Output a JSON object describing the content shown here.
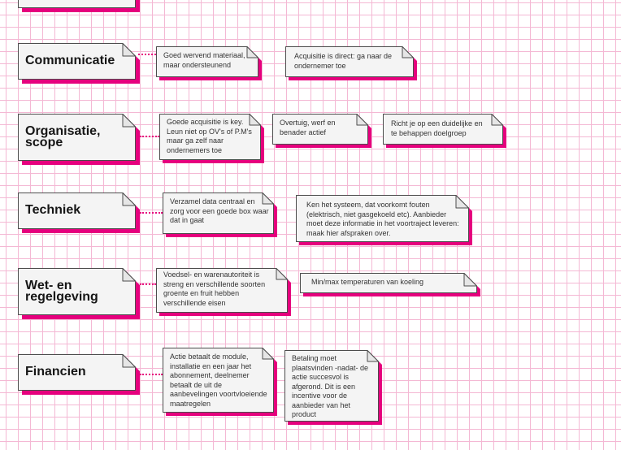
{
  "board": {
    "accent_color": "#e6007e",
    "grid_color": "#f4b8d4",
    "card_color": "#f4f4f4",
    "fold_color": "#e6e6e6",
    "outline_color": "#4d4d4d"
  },
  "rows": [
    {
      "category": "Communicatie",
      "notes": [
        "Goed wervend materiaal,\nmaar ondersteunend",
        "Acquisitie is direct: ga naar de\nondernemer toe"
      ]
    },
    {
      "category": "Organisatie,\nscope",
      "notes": [
        "Goede acquisitie is key.\nLeun niet op OV's of P.M's\nmaar ga zelf naar\nondernemers toe",
        "Overtuig, werf en\nbenader actief",
        "Richt je op een duidelijke en\nte behappen doelgroep"
      ]
    },
    {
      "category": "Techniek",
      "notes": [
        "Verzamel data centraal en\nzorg voor een goede box waar\ndat in gaat",
        "Ken het systeem, dat voorkomt fouten\n(elektrisch, niet gasgekoeld etc). Aanbieder\nmoet deze informatie in het voortraject leveren:\nmaak hier afspraken over."
      ]
    },
    {
      "category": "Wet- en\nregelgeving",
      "notes": [
        "Voedsel- en warenautoriteit is\nstreng en verschillende soorten\ngroente en fruit hebben\nverschillende eisen",
        "Min/max temperaturen van koeling"
      ]
    },
    {
      "category": "Financien",
      "notes": [
        "Actie betaalt de module,\ninstallatie en een jaar het\nabonnement, deelnemer\nbetaalt de uit de\naanbevelingen voortvloeiende\nmaatregelen",
        "Betaling moet\nplaatsvinden -nadat- de\nactie succesvol is\nafgerond. Dit is een\nincentive voor de\naanbieder van het\nproduct"
      ]
    }
  ]
}
